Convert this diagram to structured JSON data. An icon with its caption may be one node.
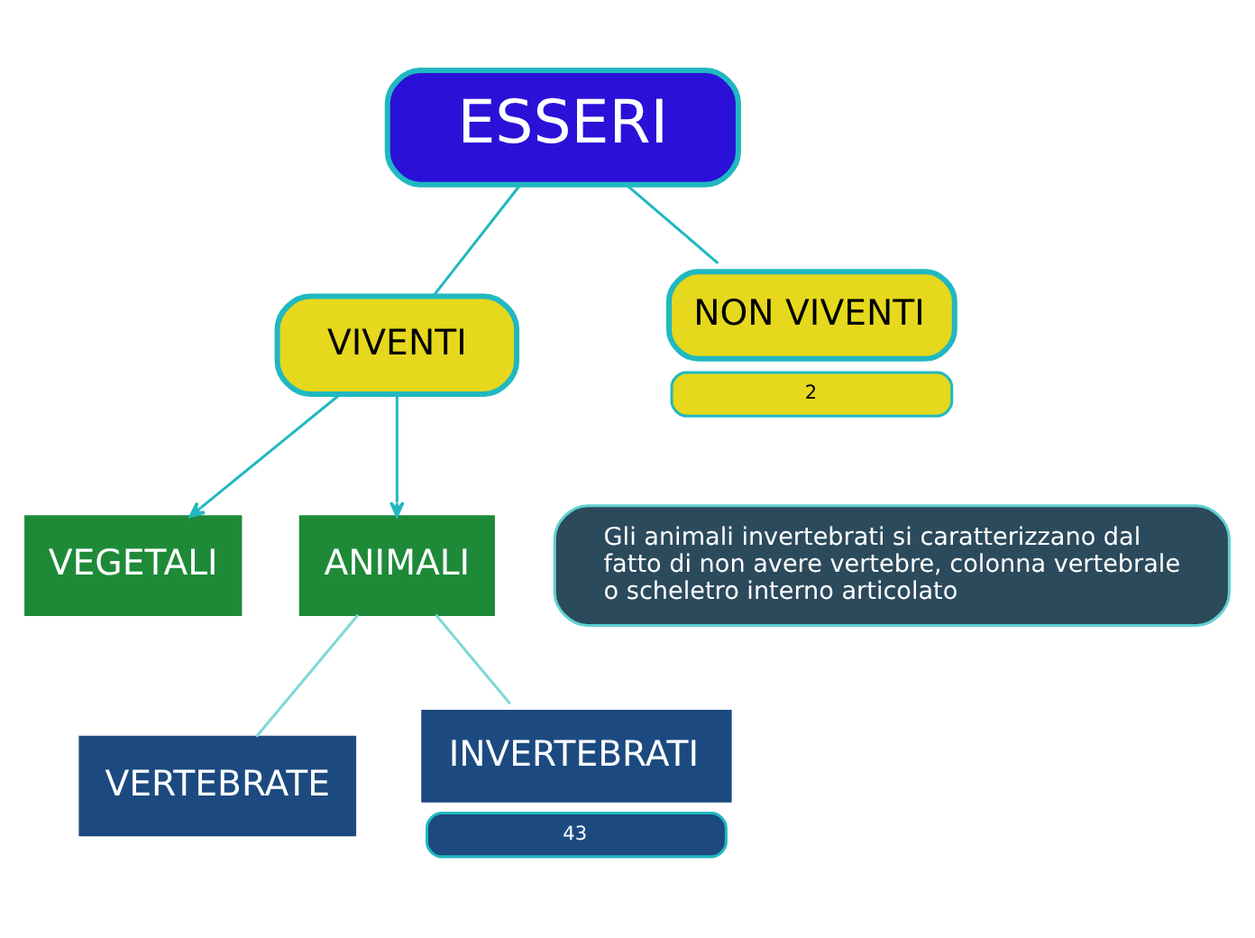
{
  "diagram": {
    "nodes": [
      {
        "text": [
          "ESSERI"
        ]
      },
      {
        "text": [
          "VIVENTI"
        ]
      },
      {
        "text": [
          "NON VIVENTI"
        ],
        "beside": [
          "2"
        ]
      },
      {
        "text": [
          "VEGETALI"
        ]
      },
      {
        "text": [
          "ANIMALI"
        ]
      },
      {
        "text": [
          "VERTEBRATE"
        ]
      },
      {
        "text": [
          "INVERTEBRATI"
        ],
        "beside": [
          "43"
        ]
      },
      {
        "text": [
          "Gli animali invertebrati si caratterizzano dal fatto di non avere vertebre, colonna vertebrale o scheletro interno articolato"
        ]
      }
    ],
    "edges": [
      {
        "from": 0,
        "to": 1,
        "arrow": "none"
      },
      {
        "from": 0,
        "to": 2,
        "arrow": "none"
      },
      {
        "from": 1,
        "to": 3,
        "arrow": "to"
      },
      {
        "from": 1,
        "to": 4,
        "arrow": "to"
      },
      {
        "from": 4,
        "to": 5,
        "arrow": "none",
        "color": "#7fd8d8"
      },
      {
        "from": 4,
        "to": 6,
        "arrow": "none",
        "color": "#7fd8d8"
      }
    ]
  }
}
